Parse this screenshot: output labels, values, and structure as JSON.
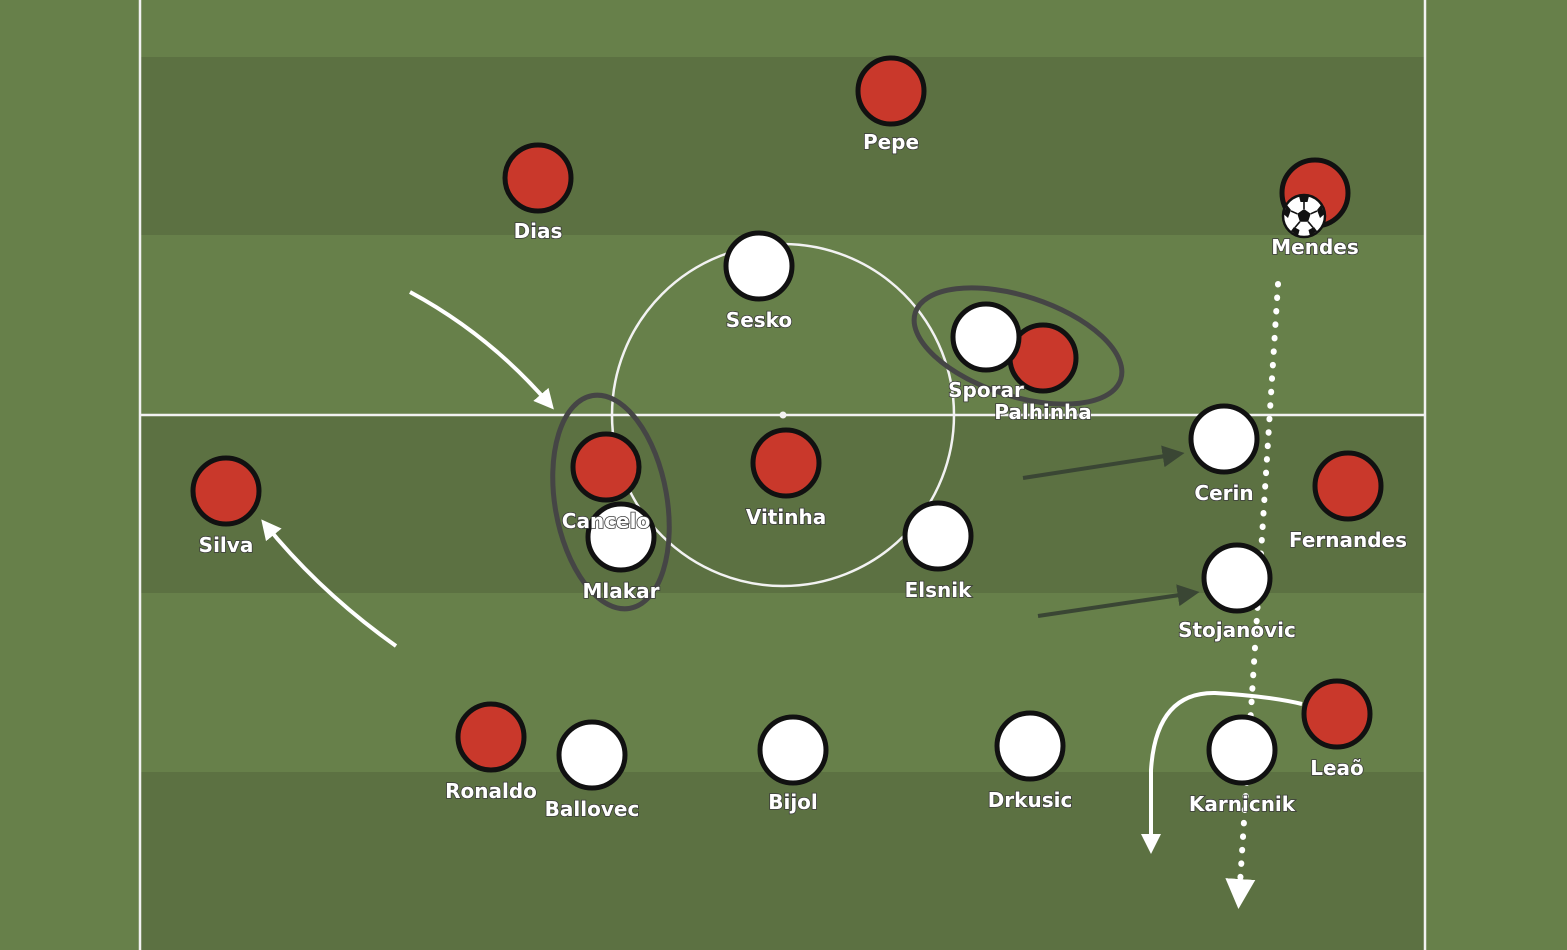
{
  "colors": {
    "grass_light": "#67804a",
    "grass_dark": "#5c7142",
    "line": "#f2f2f2",
    "team_red": "#c9382b",
    "team_white": "#ffffff",
    "outline": "#111111",
    "run_arrow": "#ffffff",
    "press_arrow": "#3a4634",
    "highlight_ring": "#454545"
  },
  "players": [
    {
      "id": "pepe",
      "name": "Pepe",
      "team": "red"
    },
    {
      "id": "dias",
      "name": "Dias",
      "team": "red"
    },
    {
      "id": "mendes",
      "name": "Mendes",
      "team": "red",
      "has_ball": true
    },
    {
      "id": "sesko",
      "name": "Sesko",
      "team": "white"
    },
    {
      "id": "sporar",
      "name": "Sporar",
      "team": "white"
    },
    {
      "id": "palhinha",
      "name": "Palhinha",
      "team": "red"
    },
    {
      "id": "silva",
      "name": "Silva",
      "team": "red"
    },
    {
      "id": "cancelo",
      "name": "Cancelo",
      "team": "red"
    },
    {
      "id": "mlakar",
      "name": "Mlakar",
      "team": "white"
    },
    {
      "id": "vitinha",
      "name": "Vitinha",
      "team": "red"
    },
    {
      "id": "elsnik",
      "name": "Elsnik",
      "team": "white"
    },
    {
      "id": "cerin",
      "name": "Cerin",
      "team": "white"
    },
    {
      "id": "fernandes",
      "name": "Fernandes",
      "team": "red"
    },
    {
      "id": "stojanovic",
      "name": "Stojanovic",
      "team": "white"
    },
    {
      "id": "ronaldo",
      "name": "Ronaldo",
      "team": "red"
    },
    {
      "id": "ballovec",
      "name": "Ballovec",
      "team": "white"
    },
    {
      "id": "bijol",
      "name": "Bijol",
      "team": "white"
    },
    {
      "id": "drkusic",
      "name": "Drkusic",
      "team": "white"
    },
    {
      "id": "karnicnik",
      "name": "Karnicnik",
      "team": "white"
    },
    {
      "id": "leao",
      "name": "Leaõ",
      "team": "red"
    }
  ]
}
